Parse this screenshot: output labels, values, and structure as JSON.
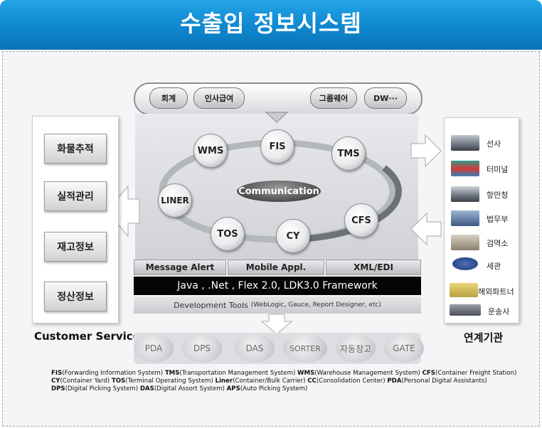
{
  "header": {
    "title": "수출입 정보시스템"
  },
  "top_systems": [
    "회계",
    "인사급여",
    "그룹웨어",
    "DW···"
  ],
  "core_nodes": [
    {
      "id": "fis",
      "label": "FIS"
    },
    {
      "id": "wms",
      "label": "WMS"
    },
    {
      "id": "tms",
      "label": "TMS"
    },
    {
      "id": "liner",
      "label": "LINER"
    },
    {
      "id": "cfs",
      "label": "CFS"
    },
    {
      "id": "tos",
      "label": "TOS"
    },
    {
      "id": "cy",
      "label": "CY"
    }
  ],
  "communication_label": "Communication",
  "tabs": [
    "Message Alert",
    "Mobile Appl.",
    "XML/EDI"
  ],
  "framework_label": "Java , .Net , Flex 2.0, LDK3.0 Framework",
  "dev_tools": {
    "label": "Development Tools",
    "detail": "(WebLogic,  Gauce, Report Designer, etc)"
  },
  "customer_service": {
    "title": "Customer Service",
    "items": [
      "화물추적",
      "실적관리",
      "재고정보",
      "정산정보"
    ]
  },
  "partners": {
    "title": "연계기관",
    "items": [
      "선사",
      "터미널",
      "항만청",
      "법무부",
      "검역소",
      "세관",
      "해외파트너",
      "운송사"
    ]
  },
  "devices": [
    "PDA",
    "DPS",
    "DAS",
    "SORTER",
    "자동창고",
    "GATE"
  ],
  "legend": [
    [
      {
        "abbr": "FIS",
        "desc": "(Forwarding Information System)"
      },
      {
        "abbr": "TMS",
        "desc": "(Transportation Management System)"
      },
      {
        "abbr": "WMS",
        "desc": "(Warehouse Management System)"
      },
      {
        "abbr": "CFS",
        "desc": "(Container Freight Station)"
      }
    ],
    [
      {
        "abbr": "CY",
        "desc": "(Container Yard)"
      },
      {
        "abbr": "TOS",
        "desc": "(Terminal Operating System)"
      },
      {
        "abbr": "Liner",
        "desc": "(Container/Bulk Carrier)"
      },
      {
        "abbr": "CC",
        "desc": "(Consolidation Center)"
      },
      {
        "abbr": "PDA",
        "desc": "(Personal Digital Assistants)"
      }
    ],
    [
      {
        "abbr": "DPS",
        "desc": "(Digital Picking System)"
      },
      {
        "abbr": "DAS",
        "desc": "(Digital Assort System)"
      },
      {
        "abbr": "APS",
        "desc": "(Auto Picking System)"
      }
    ]
  ],
  "colors": {
    "header": "#0f87cf",
    "framework_bar": "#050505"
  }
}
